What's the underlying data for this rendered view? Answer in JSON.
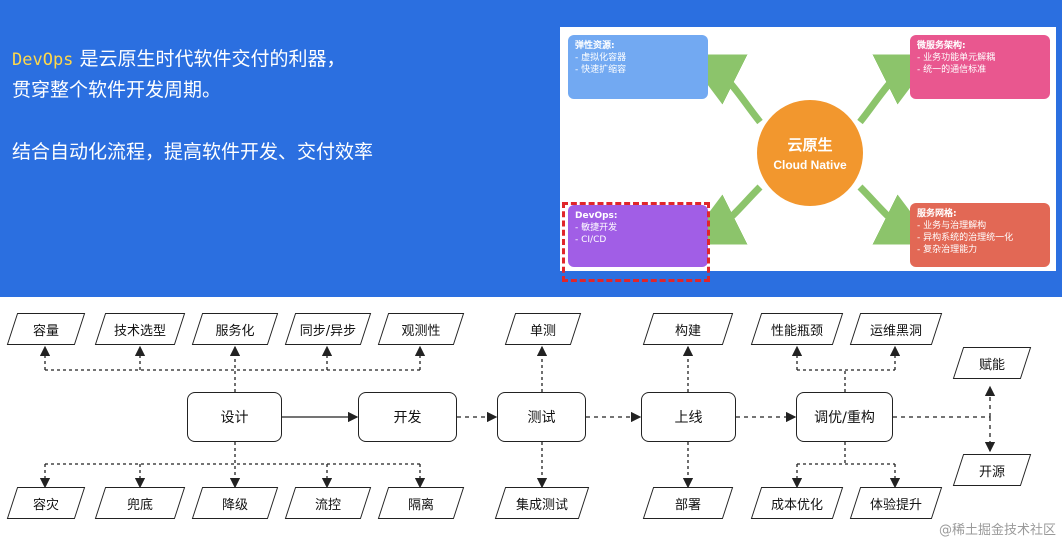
{
  "intro": {
    "line1_mono": "DevOps",
    "line1_rest": " 是云原生时代软件交付的利器，",
    "line2": "贯穿整个软件开发周期。",
    "line3": "结合自动化流程，提高软件开发、交付效率"
  },
  "cloud_native": {
    "center_zh": "云原生",
    "center_en": "Cloud Native",
    "boxes": [
      {
        "title": "弹性资源:",
        "items": [
          "- 虚拟化容器",
          "- 快速扩缩容"
        ],
        "color": "#72a9f2"
      },
      {
        "title": "微服务架构:",
        "items": [
          "- 业务功能单元解耦",
          "- 统一的通信标准"
        ],
        "color": "#e9578f"
      },
      {
        "title": "DevOps:",
        "items": [
          "- 敏捷开发",
          "- CI/CD"
        ],
        "color": "#a15ee6"
      },
      {
        "title": "服务网格:",
        "items": [
          "- 业务与治理解构",
          "- 异构系统的治理统一化",
          "- 复杂治理能力"
        ],
        "color": "#e26855"
      }
    ],
    "arrow_color": "#8cc46b"
  },
  "flow": {
    "processes": [
      "设计",
      "开发",
      "测试",
      "上线",
      "调优/重构"
    ],
    "top_labels": [
      "容量",
      "技术选型",
      "服务化",
      "同步/异步",
      "观测性",
      "单测",
      "构建",
      "性能瓶颈",
      "运维黑洞"
    ],
    "bottom_labels": [
      "容灾",
      "兜底",
      "降级",
      "流控",
      "隔离",
      "集成测试",
      "部署",
      "成本优化",
      "体验提升"
    ],
    "right_labels": [
      "赋能",
      "开源"
    ]
  },
  "watermark": "@稀土掘金技术社区"
}
